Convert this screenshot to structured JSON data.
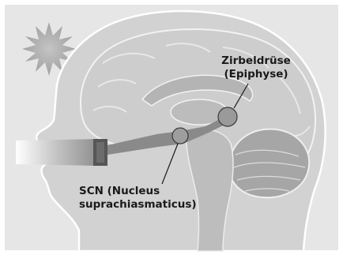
{
  "labels": {
    "pineal_line1": "Zirbeldrüse",
    "pineal_line2": "(Epiphyse)",
    "scn_line1": "SCN (Nucleus",
    "scn_line2": "suprachiasmaticus)"
  },
  "colors": {
    "background": "#e6e6e6",
    "head": "#d2d2d2",
    "head_outline": "#ffffff",
    "pathway": "#8a8a8a",
    "nucleus": "#9a9a9a",
    "sun": "#b0b0b0",
    "text": "#1a1a1a"
  },
  "icons": [
    "sun-icon"
  ]
}
